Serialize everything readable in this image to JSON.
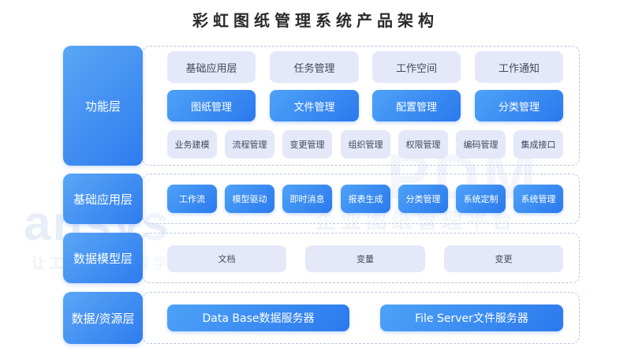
{
  "title": "彩虹图纸管理系统产品架构",
  "watermark": {
    "line1": "ansys",
    "line2": "让工程师更有尚学",
    "line3": "PDM",
    "line4": "企业图纸管理平台"
  },
  "layers": {
    "func": {
      "label": "功能层",
      "row1": [
        "基础应用层",
        "任务管理",
        "工作空间",
        "工作通知"
      ],
      "row2": [
        "图纸管理",
        "文件管理",
        "配置管理",
        "分类管理"
      ],
      "row3": [
        "业务建模",
        "流程管理",
        "变更管理",
        "组织管理",
        "权限管理",
        "编码管理",
        "集成接口"
      ]
    },
    "base": {
      "label": "基础应用层",
      "items": [
        "工作流",
        "模型驱动",
        "即时消息",
        "报表生成",
        "分类管理",
        "系统定制",
        "系统管理"
      ]
    },
    "model": {
      "label": "数据模型层",
      "items": [
        "文档",
        "变量",
        "变更"
      ]
    },
    "data": {
      "label": "数据/资源层",
      "items": [
        "Data Base数据服务器",
        "File Server文件服务器"
      ]
    }
  },
  "colors": {
    "accent": "#2f7cef",
    "label_bg": "#5aa6f5",
    "gray_box": "#e4e8f9",
    "dash": "#b8c9e6"
  }
}
